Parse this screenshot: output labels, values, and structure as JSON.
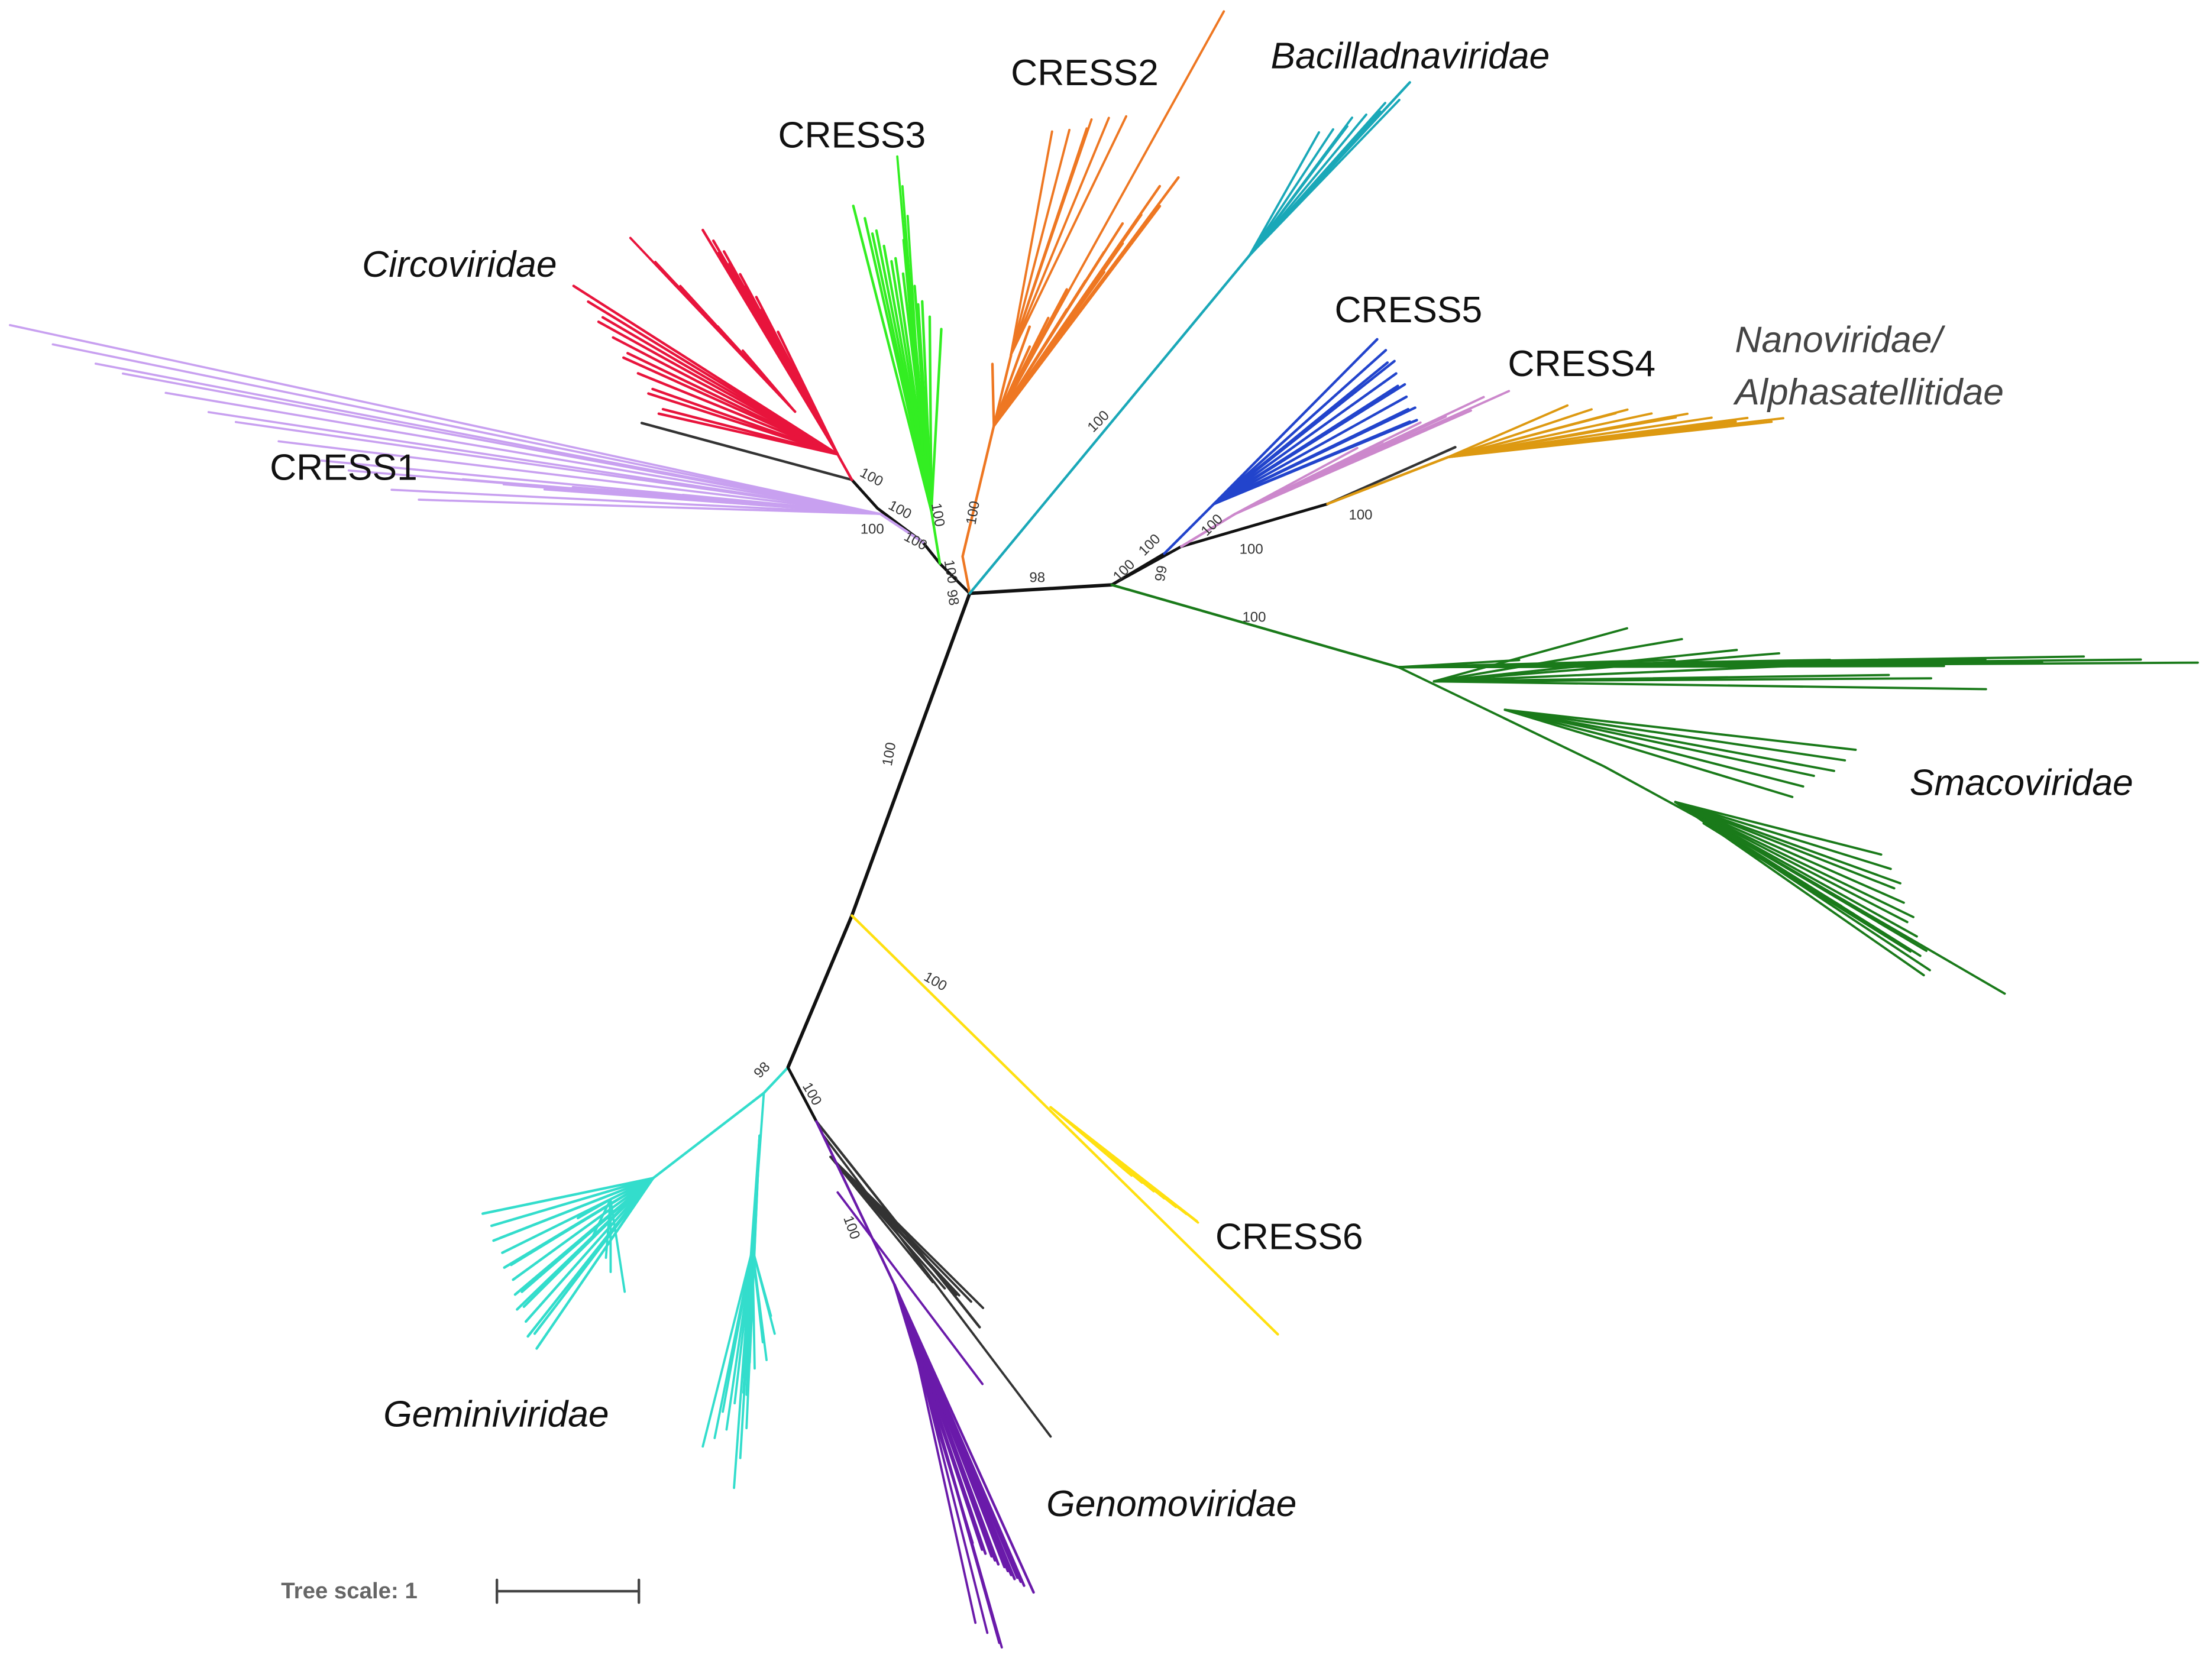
{
  "clades": [
    {
      "key": "cress1",
      "name": "CRESS1",
      "italic": false,
      "color": "#c8a0f0"
    },
    {
      "key": "circoviridae",
      "name": "Circoviridae",
      "italic": true,
      "color": "#e8143c"
    },
    {
      "key": "cress3",
      "name": "CRESS3",
      "italic": false,
      "color": "#33ee22"
    },
    {
      "key": "cress2",
      "name": "CRESS2",
      "italic": false,
      "color": "#ee7722"
    },
    {
      "key": "bacilladnaviridae",
      "name": "Bacilladnaviridae",
      "italic": true,
      "color": "#1aa8b8"
    },
    {
      "key": "cress5",
      "name": "CRESS5",
      "italic": false,
      "color": "#2244cc"
    },
    {
      "key": "cress4",
      "name": "CRESS4",
      "italic": false,
      "color": "#cc88cc"
    },
    {
      "key": "nanoviridae",
      "name": "Nanoviridae/",
      "italic": true,
      "color": "#dd9911"
    },
    {
      "key": "alphasatellitidae",
      "name": "Alphasatellitidae",
      "italic": true,
      "color": "#dd9911"
    },
    {
      "key": "smacoviridae",
      "name": "Smacoviridae",
      "italic": true,
      "color": "#1a7a1a"
    },
    {
      "key": "cress6",
      "name": "CRESS6",
      "italic": false,
      "color": "#ffe010"
    },
    {
      "key": "geminiviridae",
      "name": "Geminiviridae",
      "italic": true,
      "color": "#33ddcc"
    },
    {
      "key": "genomoviridae",
      "name": "Genomoviridae",
      "italic": true,
      "color": "#6a1aaa"
    }
  ],
  "support_values": [
    "100",
    "100",
    "100",
    "100",
    "100",
    "100",
    "98",
    "100",
    "98",
    "100",
    "100",
    "99",
    "100",
    "100",
    "100",
    "100",
    "100",
    "100",
    "98",
    "100",
    "100"
  ],
  "scale": {
    "label": "Tree scale: 1"
  },
  "colors": {
    "backbone": "#111111",
    "unassigned": "#333333"
  }
}
